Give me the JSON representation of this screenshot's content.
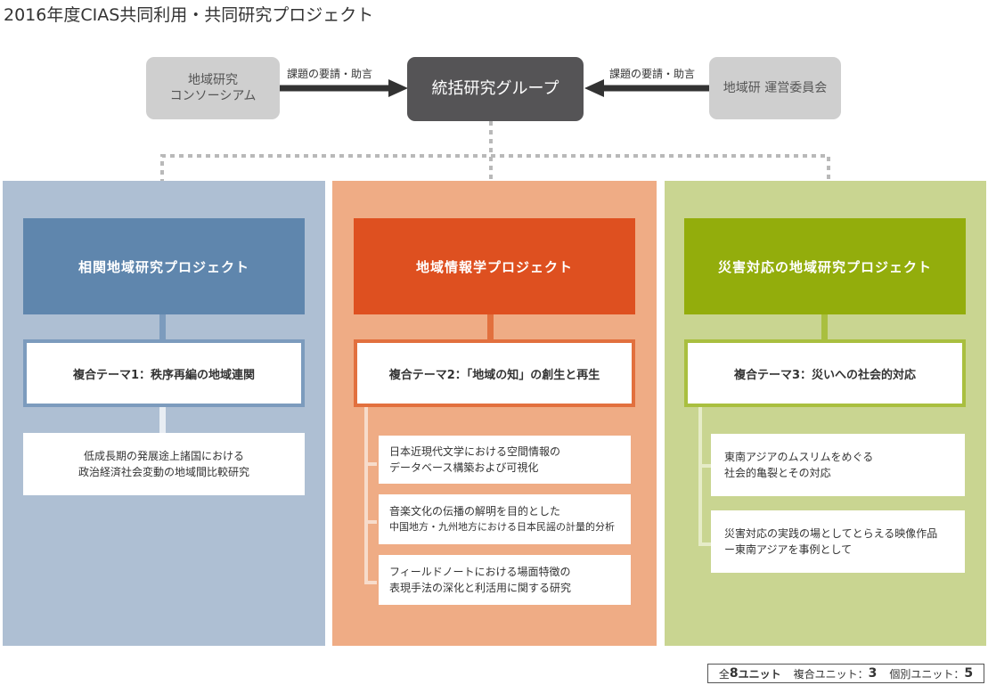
{
  "title": "2016年度CIAS共同利用・共同研究プロジェクト",
  "top": {
    "left_box": [
      "地域研究",
      "コンソーシアム"
    ],
    "center_box": "統括研究グループ",
    "right_box": "地域研 運営委員会",
    "left_arrow_label": "課題の要請・助言",
    "right_arrow_label": "課題の要請・助言"
  },
  "columns": [
    {
      "heading": "相関地域研究プロジェクト",
      "theme": "複合テーマ1：秩序再編の地域連関",
      "units": [
        [
          "低成長期の発展途上諸国における",
          "政治経済社会変動の地域間比較研究"
        ]
      ],
      "colors": {
        "panel": "#aebfd3",
        "header": "#5f86ad",
        "accent": "#7c9bbd"
      }
    },
    {
      "heading": "地域情報学プロジェクト",
      "theme": "複合テーマ2：「地域の知」の創生と再生",
      "units": [
        [
          "日本近現代文学における空間情報の",
          "データベース構築および可視化"
        ],
        [
          "音楽文化の伝播の解明を目的とした",
          "中国地方・九州地方における日本民謡の計量的分析"
        ],
        [
          "フィールドノートにおける場面特徴の",
          "表現手法の深化と利活用に関する研究"
        ]
      ],
      "colors": {
        "panel": "#efac85",
        "header": "#de5020",
        "accent": "#e2703e"
      }
    },
    {
      "heading": "災害対応の地域研究プロジェクト",
      "theme": "複合テーマ3：災いへの社会的対応",
      "units": [
        [
          "東南アジアのムスリムをめぐる",
          "社会的亀裂とその対応"
        ],
        [
          "災害対応の実践の場としてとらえる映像作品",
          "ー東南アジアを事例として"
        ]
      ],
      "colors": {
        "panel": "#c9d591",
        "header": "#93ad0c",
        "accent": "#a9bf3f"
      }
    }
  ],
  "footer": {
    "total_label": "全",
    "total_value": "8",
    "total_suffix": "ユニット",
    "composite_label": "複合ユニット：",
    "composite_value": "3",
    "individual_label": "個別ユニット：",
    "individual_value": "5"
  }
}
